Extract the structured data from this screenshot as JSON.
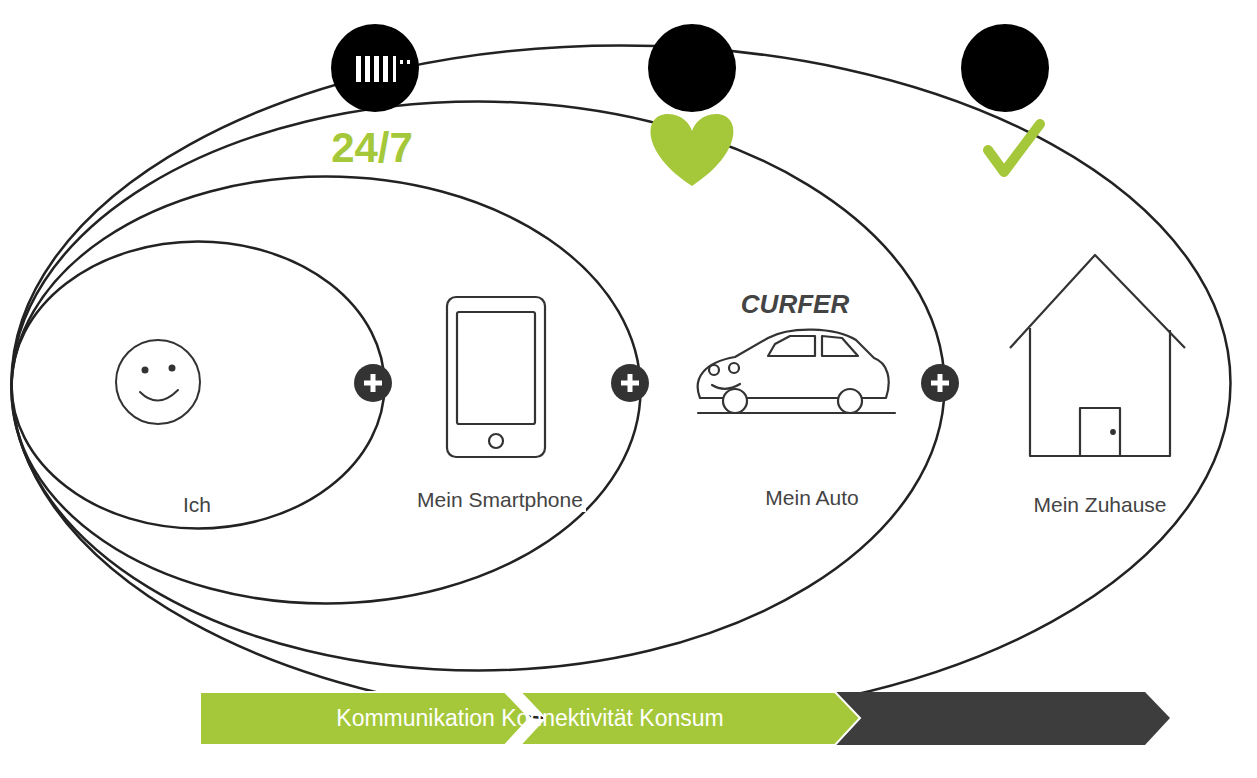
{
  "diagram": {
    "nodes": [
      {
        "text": [
          "Mein Zuhause"
        ]
      },
      {
        "text": [
          "Mein Auto"
        ],
        "in": 0
      },
      {
        "text": [
          "Mein Smartphone"
        ],
        "in": 1
      },
      {
        "text": [
          "Ich"
        ],
        "in": 2
      }
    ],
    "labels": [
      "24/7",
      "CURFER",
      "Kommunikation Konnektivität Konsum"
    ]
  }
}
